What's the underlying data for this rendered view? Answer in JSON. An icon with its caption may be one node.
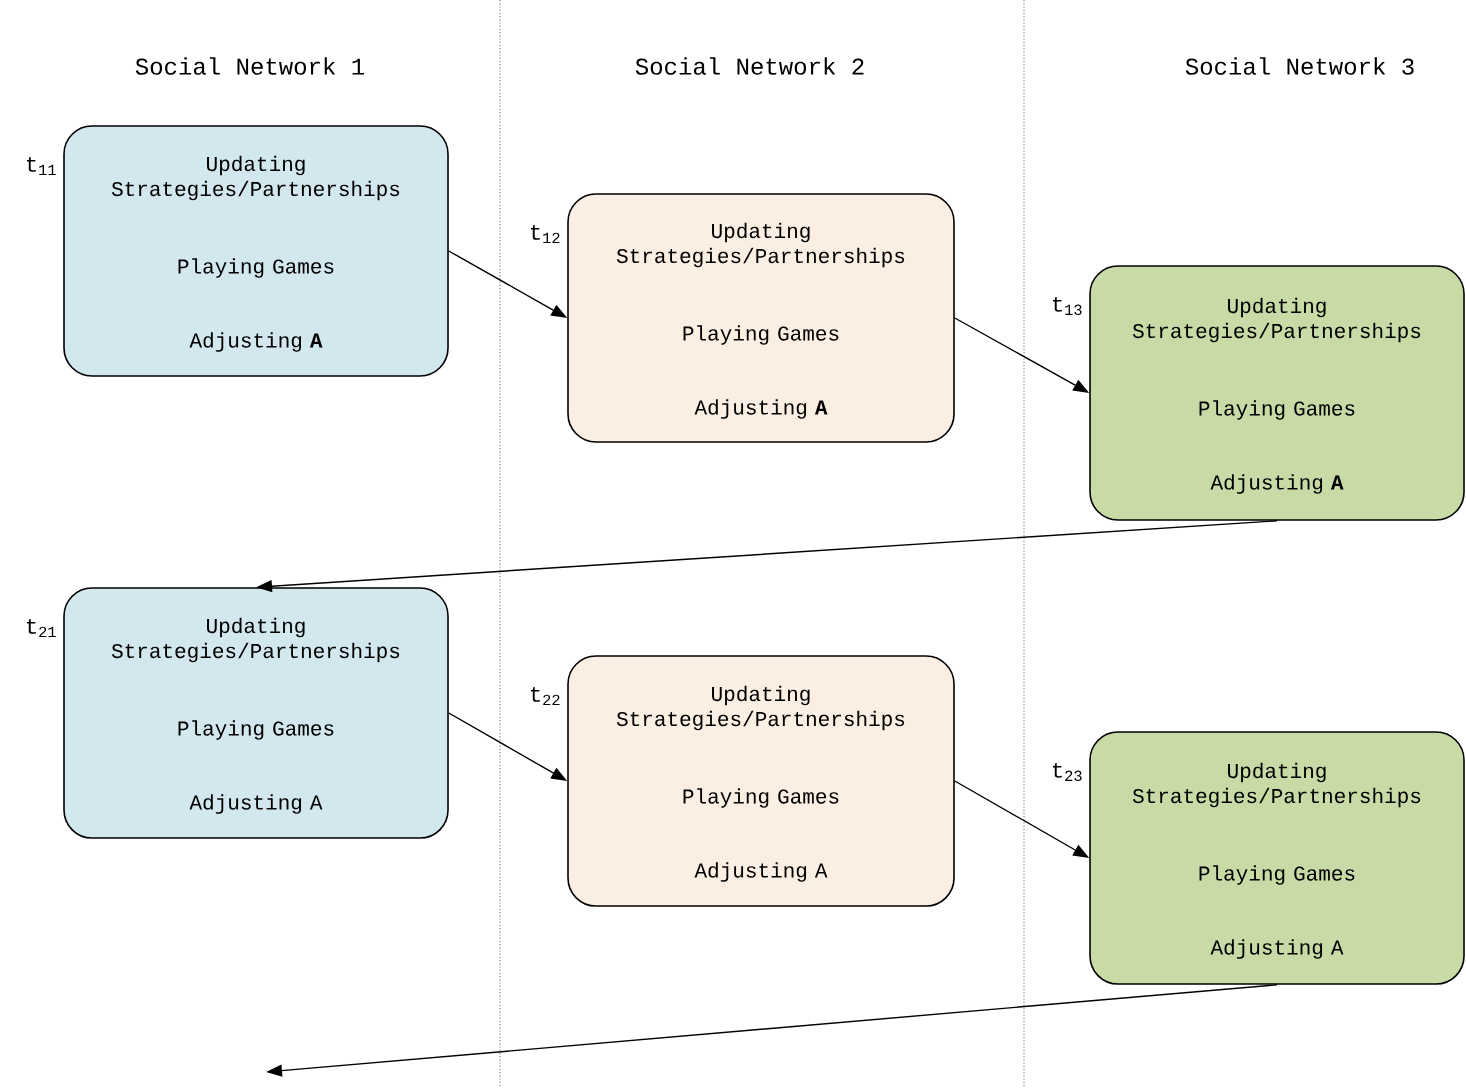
{
  "diagram": {
    "nodes": [
      {
        "text": [
          "Updating Strategies/Partnerships",
          "Playing Games",
          "Adjusting **A**"
        ],
        "beside": [
          "t$_{11}$"
        ]
      },
      {
        "text": [
          "Updating Strategies/Partnerships",
          "Playing Games",
          "Adjusting **A**"
        ],
        "beside": [
          "t$_{12}$"
        ]
      },
      {
        "text": [
          "Updating Strategies/Partnerships",
          "Playing Games",
          "Adjusting **A**"
        ],
        "beside": [
          "t$_{13}$"
        ]
      },
      {
        "text": [
          "Updating Strategies/Partnerships",
          "Playing Games",
          "Adjusting A"
        ],
        "beside": [
          "t$_{21}$"
        ]
      },
      {
        "text": [
          "Updating Strategies/Partnerships",
          "Playing Games",
          "Adjusting A"
        ],
        "beside": [
          "t$_{22}$"
        ]
      },
      {
        "text": [
          "Updating Strategies/Partnerships",
          "Playing Games",
          "Adjusting A"
        ],
        "beside": [
          "t$_{23}$"
        ]
      }
    ],
    "edges": [
      {
        "from": 0,
        "to": 1,
        "arrow": "to"
      },
      {
        "from": 1,
        "to": 2,
        "arrow": "to"
      },
      {
        "from": 2,
        "to": 3,
        "arrow": "to"
      },
      {
        "from": 3,
        "to": 4,
        "arrow": "to"
      },
      {
        "from": 4,
        "to": 5,
        "arrow": "to"
      },
      {
        "from": 5,
        "to": null,
        "arrow": "to"
      }
    ],
    "labels": [
      "Social Network 1",
      "Social Network 2",
      "Social Network 3"
    ]
  }
}
